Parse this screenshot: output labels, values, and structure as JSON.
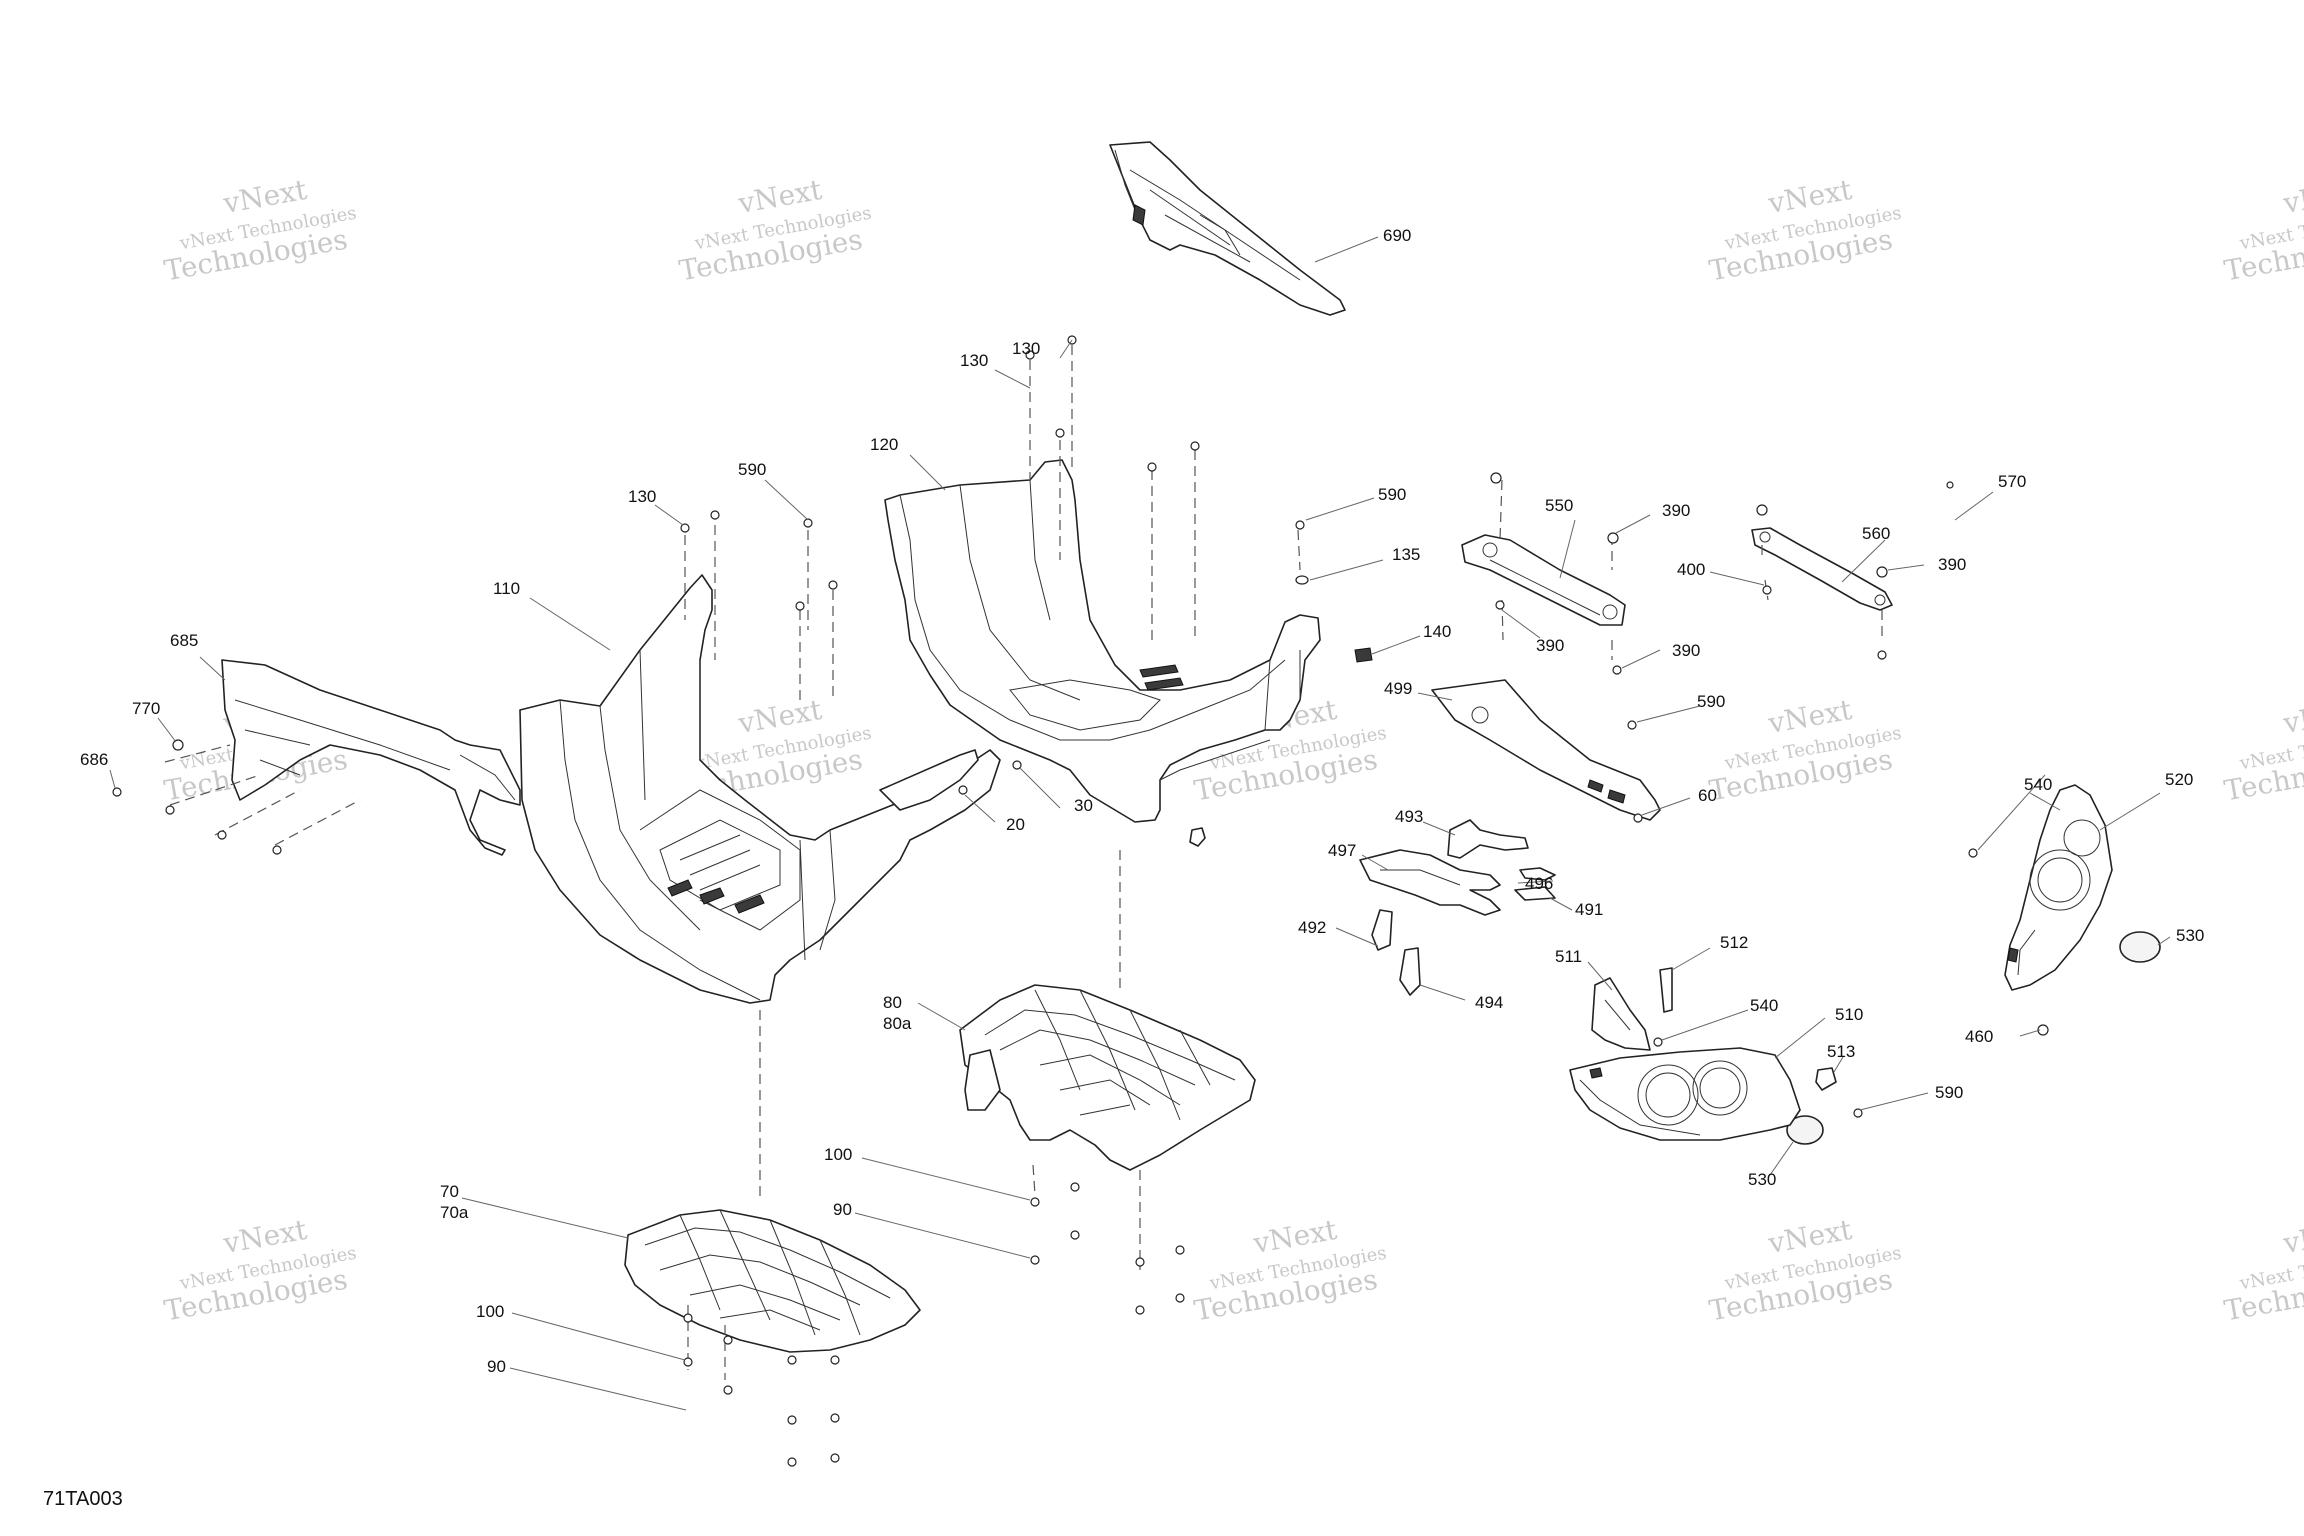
{
  "figure_id": "71TA003",
  "watermark": {
    "line1": "vNext",
    "line2": "vNext Technologies",
    "line3": "Technologies"
  },
  "callouts": [
    {
      "id": "c690",
      "label": "690"
    },
    {
      "id": "c130a",
      "label": "130"
    },
    {
      "id": "c130b",
      "label": "130"
    },
    {
      "id": "c120",
      "label": "120"
    },
    {
      "id": "c130c",
      "label": "130"
    },
    {
      "id": "c590a",
      "label": "590"
    },
    {
      "id": "c590b",
      "label": "590"
    },
    {
      "id": "c135",
      "label": "135"
    },
    {
      "id": "c550",
      "label": "550"
    },
    {
      "id": "c390a",
      "label": "390"
    },
    {
      "id": "c560",
      "label": "560"
    },
    {
      "id": "c570",
      "label": "570"
    },
    {
      "id": "c400",
      "label": "400"
    },
    {
      "id": "c390b",
      "label": "390"
    },
    {
      "id": "c390c",
      "label": "390"
    },
    {
      "id": "c390d",
      "label": "390"
    },
    {
      "id": "c110",
      "label": "110"
    },
    {
      "id": "c140",
      "label": "140"
    },
    {
      "id": "c685",
      "label": "685"
    },
    {
      "id": "c770",
      "label": "770"
    },
    {
      "id": "c686",
      "label": "686"
    },
    {
      "id": "c499",
      "label": "499"
    },
    {
      "id": "c590c",
      "label": "590"
    },
    {
      "id": "c30",
      "label": "30"
    },
    {
      "id": "c20",
      "label": "20"
    },
    {
      "id": "c60",
      "label": "60"
    },
    {
      "id": "c493",
      "label": "493"
    },
    {
      "id": "c497",
      "label": "497"
    },
    {
      "id": "c496",
      "label": "496"
    },
    {
      "id": "c491",
      "label": "491"
    },
    {
      "id": "c492",
      "label": "492"
    },
    {
      "id": "c494",
      "label": "494"
    },
    {
      "id": "c540a",
      "label": "540"
    },
    {
      "id": "c520",
      "label": "520"
    },
    {
      "id": "c530a",
      "label": "530"
    },
    {
      "id": "c460",
      "label": "460"
    },
    {
      "id": "c511",
      "label": "511"
    },
    {
      "id": "c512",
      "label": "512"
    },
    {
      "id": "c540b",
      "label": "540"
    },
    {
      "id": "c510",
      "label": "510"
    },
    {
      "id": "c513",
      "label": "513"
    },
    {
      "id": "c590d",
      "label": "590"
    },
    {
      "id": "c530b",
      "label": "530"
    },
    {
      "id": "c80",
      "label": "80"
    },
    {
      "id": "c80a",
      "label": "80a"
    },
    {
      "id": "c100a",
      "label": "100"
    },
    {
      "id": "c90a",
      "label": "90"
    },
    {
      "id": "c70",
      "label": "70"
    },
    {
      "id": "c70a",
      "label": "70a"
    },
    {
      "id": "c100b",
      "label": "100"
    },
    {
      "id": "c90b",
      "label": "90"
    }
  ]
}
